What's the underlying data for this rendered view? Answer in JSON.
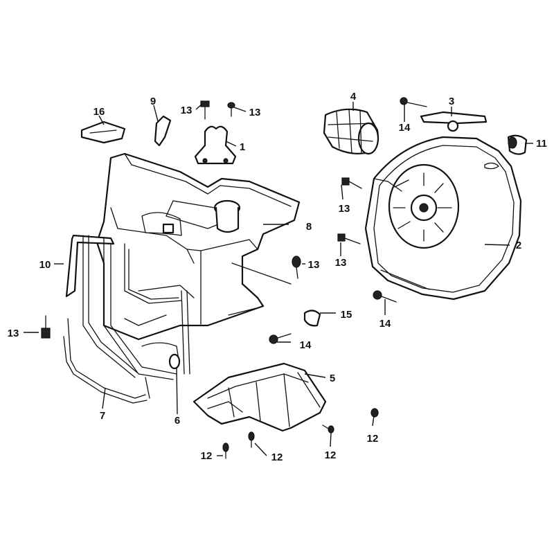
{
  "callouts": [
    {
      "id": "c1",
      "label": "1"
    },
    {
      "id": "c2",
      "label": "2"
    },
    {
      "id": "c3",
      "label": "3"
    },
    {
      "id": "c4",
      "label": "4"
    },
    {
      "id": "c5",
      "label": "5"
    },
    {
      "id": "c6",
      "label": "6"
    },
    {
      "id": "c7",
      "label": "7"
    },
    {
      "id": "c8",
      "label": "8"
    },
    {
      "id": "c9",
      "label": "9"
    },
    {
      "id": "c10",
      "label": "10"
    },
    {
      "id": "c11",
      "label": "11"
    },
    {
      "id": "c12a",
      "label": "12"
    },
    {
      "id": "c12b",
      "label": "12"
    },
    {
      "id": "c12c",
      "label": "12"
    },
    {
      "id": "c12d",
      "label": "12"
    },
    {
      "id": "c13a",
      "label": "13"
    },
    {
      "id": "c13b",
      "label": "13"
    },
    {
      "id": "c13c",
      "label": "13"
    },
    {
      "id": "c13d",
      "label": "13"
    },
    {
      "id": "c13e",
      "label": "13"
    },
    {
      "id": "c13f",
      "label": "13"
    },
    {
      "id": "c14a",
      "label": "14"
    },
    {
      "id": "c14b",
      "label": "14"
    },
    {
      "id": "c14c",
      "label": "14"
    },
    {
      "id": "c15",
      "label": "15"
    },
    {
      "id": "c16",
      "label": "16"
    }
  ]
}
